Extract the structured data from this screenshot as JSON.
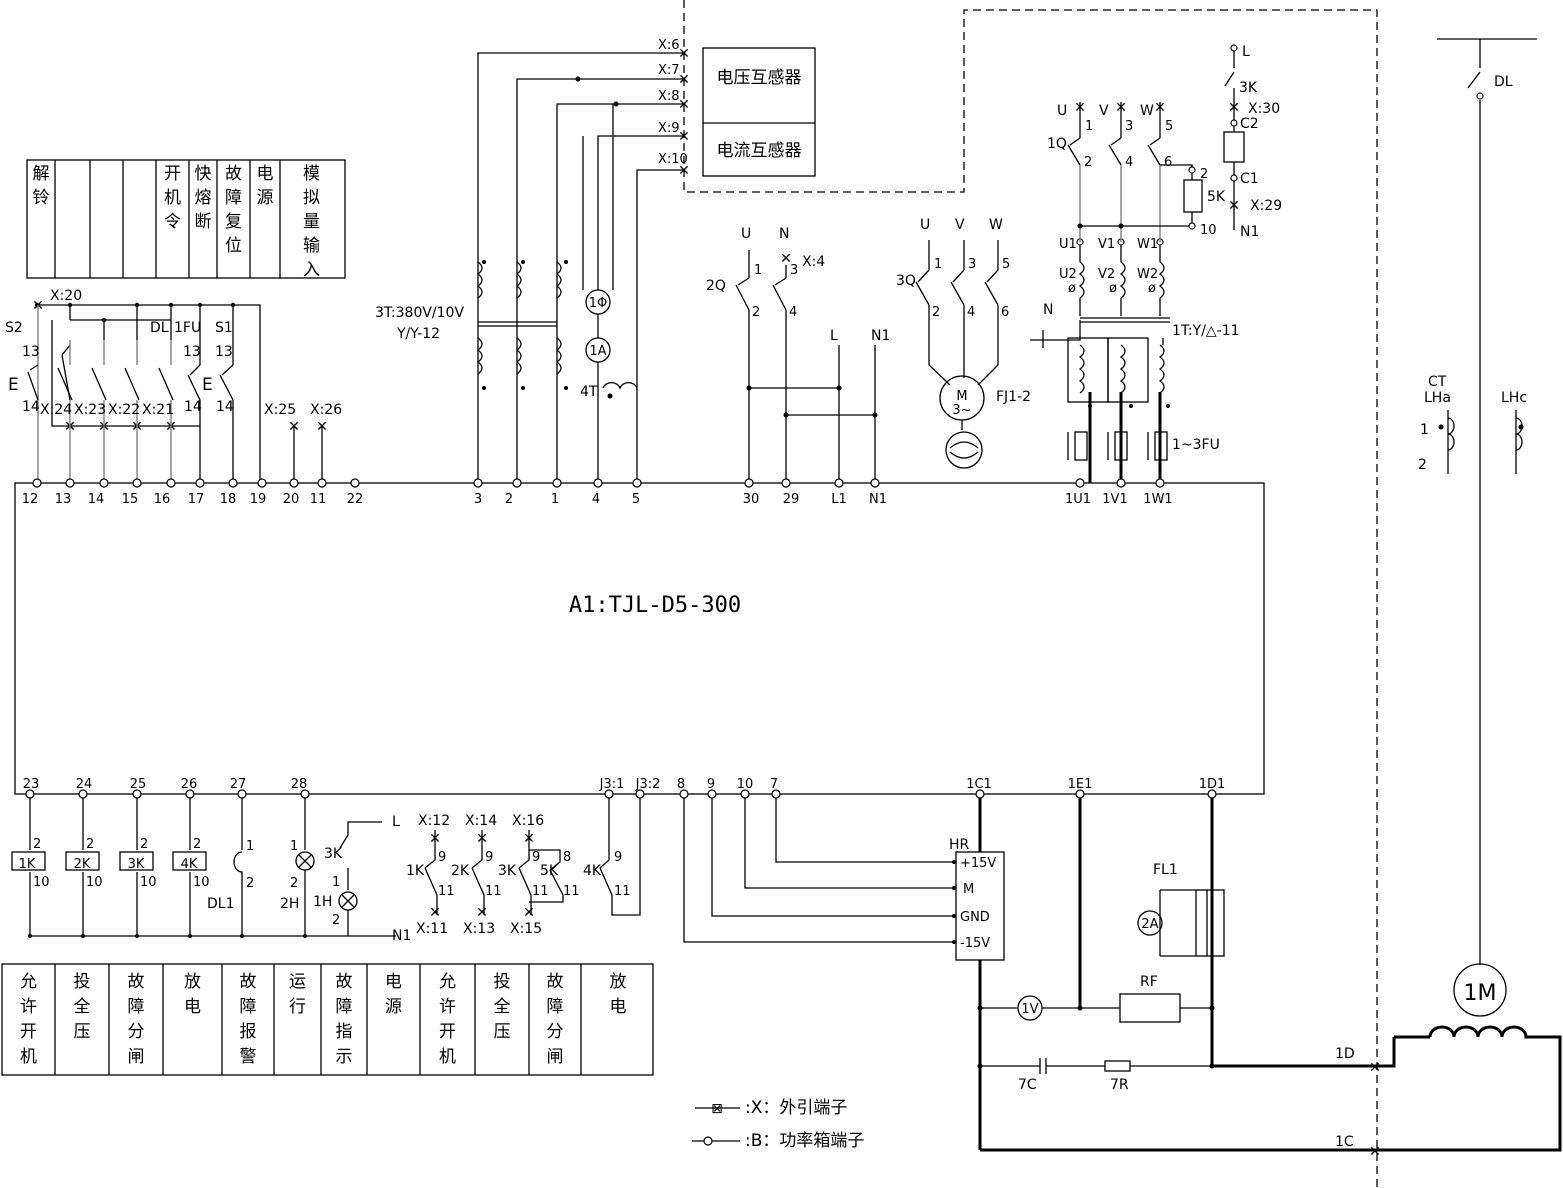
{
  "controller": {
    "label": "A1:TJL-D5-300"
  },
  "sensors": {
    "voltage": "电压互感器",
    "current": "电流互感器"
  },
  "legend": {
    "x": ":X：外引端子",
    "b": ":B：功率箱端子"
  },
  "top_table": [
    {
      "text": "解铃",
      "w": 28
    },
    {
      "text": "",
      "w": 35
    },
    {
      "text": "",
      "w": 33
    },
    {
      "text": "",
      "w": 33
    },
    {
      "text": "开机令",
      "w": 33
    },
    {
      "text": "快熔断",
      "w": 28
    },
    {
      "text": "故障复位",
      "w": 33
    },
    {
      "text": "电源",
      "w": 30
    },
    {
      "text": "模拟量输入",
      "w": 63
    }
  ],
  "bottom_table": [
    {
      "text": "允许开机",
      "w": 53
    },
    {
      "text": "投全压",
      "w": 54
    },
    {
      "text": "故障分闸",
      "w": 54
    },
    {
      "text": "放电",
      "w": 59
    },
    {
      "text": "故障报警",
      "w": 52
    },
    {
      "text": "运行",
      "w": 47
    },
    {
      "text": "故障指示",
      "w": 46
    },
    {
      "text": "电源",
      "w": 53
    },
    {
      "text": "允许开机",
      "w": 55
    },
    {
      "text": "投全压",
      "w": 54
    },
    {
      "text": "故障分闸",
      "w": 52
    },
    {
      "text": "放电",
      "w": 74
    }
  ],
  "top_terminals": [
    {
      "label": "12"
    },
    {
      "label": "13"
    },
    {
      "label": "14"
    },
    {
      "label": "15"
    },
    {
      "label": "16"
    },
    {
      "label": "17"
    },
    {
      "label": "18"
    },
    {
      "label": "19"
    },
    {
      "label": "20"
    },
    {
      "label": "11"
    },
    {
      "label": "22"
    },
    {
      "label": "3"
    },
    {
      "label": "2"
    },
    {
      "label": "1"
    },
    {
      "label": "4"
    },
    {
      "label": "5"
    },
    {
      "label": "30"
    },
    {
      "label": "29"
    },
    {
      "label": "L1"
    },
    {
      "label": "N1"
    },
    {
      "label": "1U1"
    },
    {
      "label": "1V1"
    },
    {
      "label": "1W1"
    }
  ],
  "bottom_terminals": [
    {
      "label": "23"
    },
    {
      "label": "24"
    },
    {
      "label": "25"
    },
    {
      "label": "26"
    },
    {
      "label": "27"
    },
    {
      "label": "28"
    },
    {
      "label": "J3:1"
    },
    {
      "label": "J3:2"
    },
    {
      "label": "8"
    },
    {
      "label": "9"
    },
    {
      "label": "10"
    },
    {
      "label": "7"
    },
    {
      "label": "1C1"
    },
    {
      "label": "1E1"
    },
    {
      "label": "1D1"
    }
  ],
  "top_x_labels": [
    "X:6",
    "X:7",
    "X:8",
    "X:9",
    "X:10"
  ],
  "labels": {
    "t3": "3T:380V/10V",
    "t3conn": "Y/Y-12",
    "m1phi": "1Φ",
    "m1a": "1A",
    "t4": "4T",
    "s2": "S2",
    "n13a": "13",
    "n14a": "14",
    "e1": "E",
    "x20": "X:20",
    "dl_sw": "DL",
    "fu1": "1FU",
    "s1": "S1",
    "n13b": "13",
    "n13c": "13",
    "n14b": "14",
    "n14c": "14",
    "e2": "E",
    "x24": "X:24",
    "x23": "X:23",
    "x22": "X:22",
    "x21": "X:21",
    "x25": "X:25",
    "x26": "X:26",
    "u_a": "U",
    "n_a": "N",
    "x4": "X:4",
    "q2": "2Q",
    "n1a": "1",
    "n3a": "3",
    "n2a": "2",
    "n4a": "4",
    "l_a": "L",
    "n1_a": "N1",
    "u_b": "U",
    "v_b": "V",
    "w_b": "W",
    "n1b": "1",
    "n3b": "3",
    "n5b": "5",
    "q3": "3Q",
    "n2b": "2",
    "n4b": "4",
    "n6b": "6",
    "m_fan": "M",
    "m3": "3~",
    "fj": "FJ1-2",
    "u_c": "U",
    "v_c": "V",
    "w_c": "W",
    "n1c": "1",
    "n3c": "3",
    "n5c": "5",
    "q1": "1Q",
    "n2c": "2",
    "n4c": "4",
    "n6c": "6",
    "n2d": "2",
    "k5": "5K",
    "n10d": "10",
    "l_top": "L",
    "k3": "3K",
    "x30": "X:30",
    "c2": "C2",
    "c1": "C1",
    "x29": "X:29",
    "n1_top": "N1",
    "u1": "U1",
    "v1": "V1",
    "w1": "W1",
    "u2": "U2",
    "v2": "V2",
    "w2": "W2",
    "n_t": "N",
    "t1": "1T:Y/△-11",
    "fu13": "1~3FU",
    "dl_main": "DL",
    "m1": "1M",
    "ct": "CT",
    "lha": "LHa",
    "lhc": "LHc",
    "ct1": "1",
    "ct2": "2",
    "v1m": "1V",
    "a2": "2A",
    "fl1": "FL1",
    "rf": "RF",
    "c7": "7C",
    "r7": "7R",
    "d1": "1D",
    "c1m": "1C",
    "hr": "HR",
    "p15": "+15V",
    "hm": "M",
    "gnd": "GND",
    "m15": "-15V",
    "k1": "1K",
    "k2": "2K",
    "k3b": "3K",
    "k4": "4K",
    "b2a": "2",
    "b2b": "2",
    "b2c": "2",
    "b2d": "2",
    "b10a": "10",
    "b10b": "10",
    "b10c": "10",
    "b10d": "10",
    "b1e": "1",
    "b2e": "2",
    "dl1": "DL1",
    "b1f": "1",
    "b2f": "2",
    "h2": "2H",
    "l_b": "L",
    "k3c": "3K",
    "b1g": "1",
    "h1": "1H",
    "b2g": "2",
    "n1_b": "N1",
    "x12": "X:12",
    "x14": "X:14",
    "x16": "X:16",
    "b9a": "9",
    "b9b": "9",
    "b9c": "9",
    "b8": "8",
    "k1b": "1K",
    "k2b": "2K",
    "k3d": "3K",
    "k5b": "5K",
    "b11a": "11",
    "b11b": "11",
    "b11c": "11",
    "b11d": "11",
    "x11": "X:11",
    "x13": "X:13",
    "x15": "X:15",
    "b9d": "9",
    "k4b": "4K",
    "b11e": "11"
  }
}
